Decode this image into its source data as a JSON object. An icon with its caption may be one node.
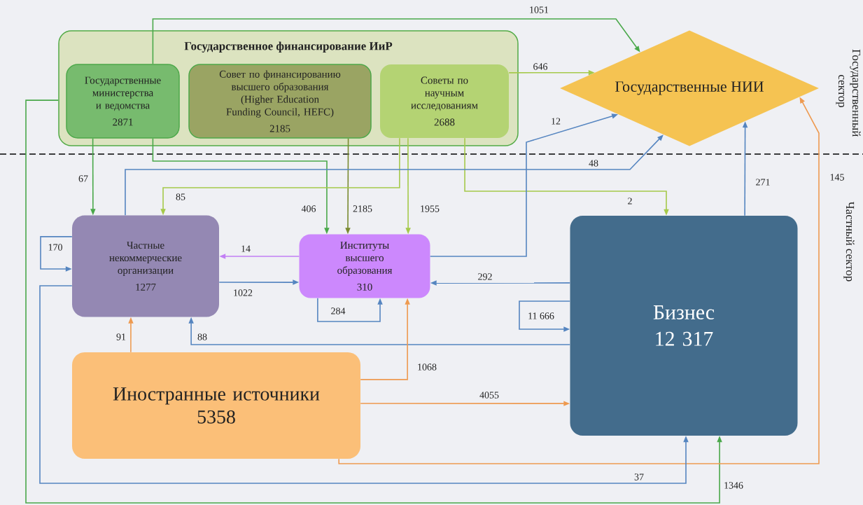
{
  "diagram": {
    "nodes": [
      {
        "text": [
          "Государственное финансирование ИиР"
        ]
      },
      {
        "text": [
          "Государственные министерства и ведомства",
          "2871"
        ],
        "in": 0
      },
      {
        "text": [
          "Совет по финансированию высшего образования (Higher Education Funding Council, HEFC)",
          "2185"
        ],
        "in": 0
      },
      {
        "text": [
          "Советы по научным исследованиям",
          "2688"
        ],
        "in": 0
      },
      {
        "text": [
          "Государственные НИИ"
        ]
      },
      {
        "text": [
          "Частные некоммерческие организации",
          "1277"
        ]
      },
      {
        "text": [
          "Институты высшего образования",
          "310"
        ]
      },
      {
        "text": [
          "Бизнес",
          "12 317"
        ]
      },
      {
        "text": [
          "Иностранные источники",
          "5358"
        ]
      }
    ],
    "edges": [
      {
        "from": 1,
        "to": 4,
        "arrow": "to",
        "label": "1051",
        "color": "#4aa84a"
      },
      {
        "from": 1,
        "to": 5,
        "arrow": "to",
        "label": "67",
        "color": "#4aa84a"
      },
      {
        "from": 1,
        "to": 6,
        "arrow": "to",
        "label": "406",
        "color": "#4aa84a"
      },
      {
        "from": 0,
        "to": 7,
        "arrow": "to",
        "label": "1346",
        "color": "#4aa84a"
      },
      {
        "from": 2,
        "to": 6,
        "arrow": "to",
        "label": "2185",
        "color": "#7a8a30"
      },
      {
        "from": 3,
        "to": 5,
        "arrow": "to",
        "label": "85",
        "color": "#a5c94a"
      },
      {
        "from": 3,
        "to": 6,
        "arrow": "to",
        "label": "1955",
        "color": "#a5c94a"
      },
      {
        "from": 3,
        "to": 4,
        "arrow": "to",
        "label": "646",
        "color": "#a5c94a"
      },
      {
        "from": 3,
        "to": 7,
        "arrow": "to",
        "label": "2",
        "color": "#a5c94a"
      },
      {
        "from": 6,
        "to": 4,
        "arrow": "to",
        "label": "12",
        "color": "#5585c0"
      },
      {
        "from": 5,
        "to": 4,
        "arrow": "to",
        "label": "48",
        "color": "#5585c0"
      },
      {
        "from": 7,
        "to": 4,
        "arrow": "to",
        "label": "271",
        "color": "#5585c0"
      },
      {
        "from": 8,
        "to": 4,
        "arrow": "to",
        "label": "145",
        "color": "#ee9a50"
      },
      {
        "from": 6,
        "to": 5,
        "arrow": "to",
        "label": "14",
        "color": "#c27ff5"
      },
      {
        "from": 5,
        "to": 6,
        "arrow": "to",
        "label": "1022",
        "color": "#5585c0"
      },
      {
        "from": 5,
        "to": 5,
        "arrow": "to",
        "label": "170",
        "color": "#5585c0"
      },
      {
        "from": 6,
        "to": 6,
        "arrow": "to",
        "label": "284",
        "color": "#5585c0"
      },
      {
        "from": 7,
        "to": 6,
        "arrow": "to",
        "label": "292",
        "color": "#5585c0"
      },
      {
        "from": 7,
        "to": 7,
        "arrow": "to",
        "label": "11 666",
        "color": "#5585c0"
      },
      {
        "from": 7,
        "to": 5,
        "arrow": "to",
        "label": "88",
        "color": "#5585c0"
      },
      {
        "from": 8,
        "to": 5,
        "arrow": "to",
        "label": "91",
        "color": "#ee9a50"
      },
      {
        "from": 8,
        "to": 6,
        "arrow": "to",
        "label": "1068",
        "color": "#ee9a50"
      },
      {
        "from": 8,
        "to": 7,
        "arrow": "to",
        "label": "4055",
        "color": "#ee9a50"
      },
      {
        "from": 5,
        "to": 7,
        "arrow": "to",
        "label": "37",
        "color": "#5585c0"
      }
    ],
    "labels": [
      "Государственный сектор",
      "Частный сектор"
    ]
  }
}
